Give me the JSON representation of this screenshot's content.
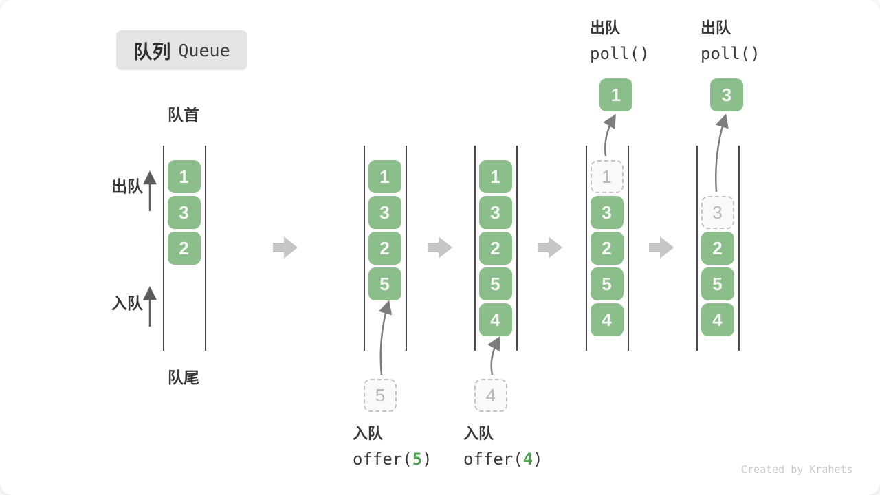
{
  "title": {
    "zh": "队列",
    "en": "Queue"
  },
  "side_labels": {
    "front": "队首",
    "rear": "队尾",
    "dequeue": "出队",
    "enqueue": "入队"
  },
  "watermark": "Created by Krahets",
  "colors": {
    "box_green": "#8CBE8C",
    "code_green": "#4F9D4F",
    "text_dark": "#3A3A3A",
    "wall": "#4B4B4B",
    "title_bg": "#E4E4E4",
    "ghost_border": "#C3C3C3",
    "ghost_text": "#B9B9B9",
    "flow_arrow": "#C5C5C5",
    "curve_arrow": "#7D7D7D",
    "side_arrow": "#5C5C5C",
    "watermark": "#C9C9C9"
  },
  "queues": [
    {
      "name": "state-1-initial",
      "slots": [
        {
          "type": "green",
          "value": "1"
        },
        {
          "type": "green",
          "value": "3"
        },
        {
          "type": "green",
          "value": "2"
        },
        {
          "type": "empty"
        },
        {
          "type": "empty"
        }
      ]
    },
    {
      "name": "state-2-after-offer-5",
      "slots": [
        {
          "type": "green",
          "value": "1"
        },
        {
          "type": "green",
          "value": "3"
        },
        {
          "type": "green",
          "value": "2"
        },
        {
          "type": "green",
          "value": "5"
        },
        {
          "type": "empty"
        }
      ],
      "below": {
        "value": "5",
        "label_zh": "入队",
        "code": {
          "pre": "offer(",
          "arg": "5",
          "post": ")"
        },
        "arrow_to_slot": 3
      }
    },
    {
      "name": "state-3-after-offer-4",
      "slots": [
        {
          "type": "green",
          "value": "1"
        },
        {
          "type": "green",
          "value": "3"
        },
        {
          "type": "green",
          "value": "2"
        },
        {
          "type": "green",
          "value": "5"
        },
        {
          "type": "green",
          "value": "4"
        }
      ],
      "below": {
        "value": "4",
        "label_zh": "入队",
        "code": {
          "pre": "offer(",
          "arg": "4",
          "post": ")"
        },
        "arrow_to_slot": 4
      }
    },
    {
      "name": "state-4-poll-1",
      "slots": [
        {
          "type": "ghost",
          "value": "1"
        },
        {
          "type": "green",
          "value": "3"
        },
        {
          "type": "green",
          "value": "2"
        },
        {
          "type": "green",
          "value": "5"
        },
        {
          "type": "green",
          "value": "4"
        }
      ],
      "above": {
        "value": "1",
        "label_zh": "出队",
        "code": "poll()",
        "arrow_from_slot": 0
      }
    },
    {
      "name": "state-5-poll-3",
      "slots": [
        {
          "type": "empty"
        },
        {
          "type": "ghost",
          "value": "3"
        },
        {
          "type": "green",
          "value": "2"
        },
        {
          "type": "green",
          "value": "5"
        },
        {
          "type": "green",
          "value": "4"
        }
      ],
      "above": {
        "value": "3",
        "label_zh": "出队",
        "code": "poll()",
        "arrow_from_slot": 1
      }
    }
  ],
  "flow_arrow_count": 4
}
